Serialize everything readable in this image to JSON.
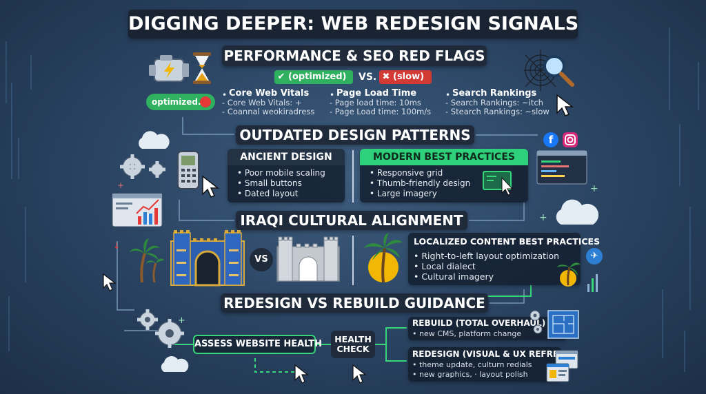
{
  "title": "DIGGING DEEPER: WEB REDESIGN SIGNALS",
  "performance": {
    "heading": "PERFORMANCE & SEO RED FLAGS",
    "good_badge": "(optimized)",
    "vs": "VS.",
    "bad_badge": "(slow)",
    "toggle_label": "optimized.",
    "columns": [
      {
        "title": "Core Web Vitals",
        "lines": [
          "- Core Web Vitals: +",
          "- Coannal weokiradress"
        ]
      },
      {
        "title": "Page Load Time",
        "lines": [
          "- Page load time: 10ms",
          "- Page Load time: 100m/s"
        ]
      },
      {
        "title": "Search Rankings",
        "lines": [
          "- Search Rankings: ~itch",
          "- Stearch Rankings: ~slow"
        ]
      }
    ]
  },
  "design": {
    "heading": "OUTDATED DESIGN PATTERNS",
    "ancient": {
      "title": "ANCIENT DESIGN",
      "items": [
        "Poor mobile scaling",
        "Small buttons",
        "Dated layout"
      ]
    },
    "modern": {
      "title": "MODERN BEST PRACTICES",
      "items": [
        "Responsive grid",
        "Thumb-friendly design",
        "Large imagery"
      ]
    }
  },
  "cultural": {
    "heading": "IRAQI CULTURAL ALIGNMENT",
    "vs": "VS",
    "box_title": "LOCALIZED CONTENT BEST PRACTICES",
    "items": [
      "Right-to-left layout optimization",
      "Local dialect",
      "Cultural imagery"
    ]
  },
  "guidance": {
    "heading": "REDESIGN VS REBUILD GUIDANCE",
    "assess": "ASSESS WEBSITE HEALTH",
    "health_check": [
      "HEALTH",
      "CHECK"
    ],
    "rebuild": {
      "title": "REBUILD (TOTAL OVERHAUL)",
      "lines": [
        "• new CMS, platform change"
      ]
    },
    "redesign": {
      "title": "REDESIGN (VISUAL & UX REFRESH)",
      "lines": [
        "• theme update, culturn redials",
        "• new graphics, · layout polish"
      ]
    }
  },
  "colors": {
    "accent_green": "#37d67a",
    "alert_red": "#e53935",
    "pill_dark": "#1f2a3a",
    "modern_header": "#2fd07c"
  },
  "icons": [
    "engine-icon",
    "hourglass-icon",
    "spiderweb-icon",
    "magnifier-icon",
    "cursor-icon",
    "gear-icon",
    "phone-icon",
    "chart-window-icon",
    "cloud-icon",
    "facebook-icon",
    "instagram-icon",
    "palm-tree-icon",
    "ishtar-gate-icon",
    "fortress-icon",
    "blueprint-icon"
  ]
}
